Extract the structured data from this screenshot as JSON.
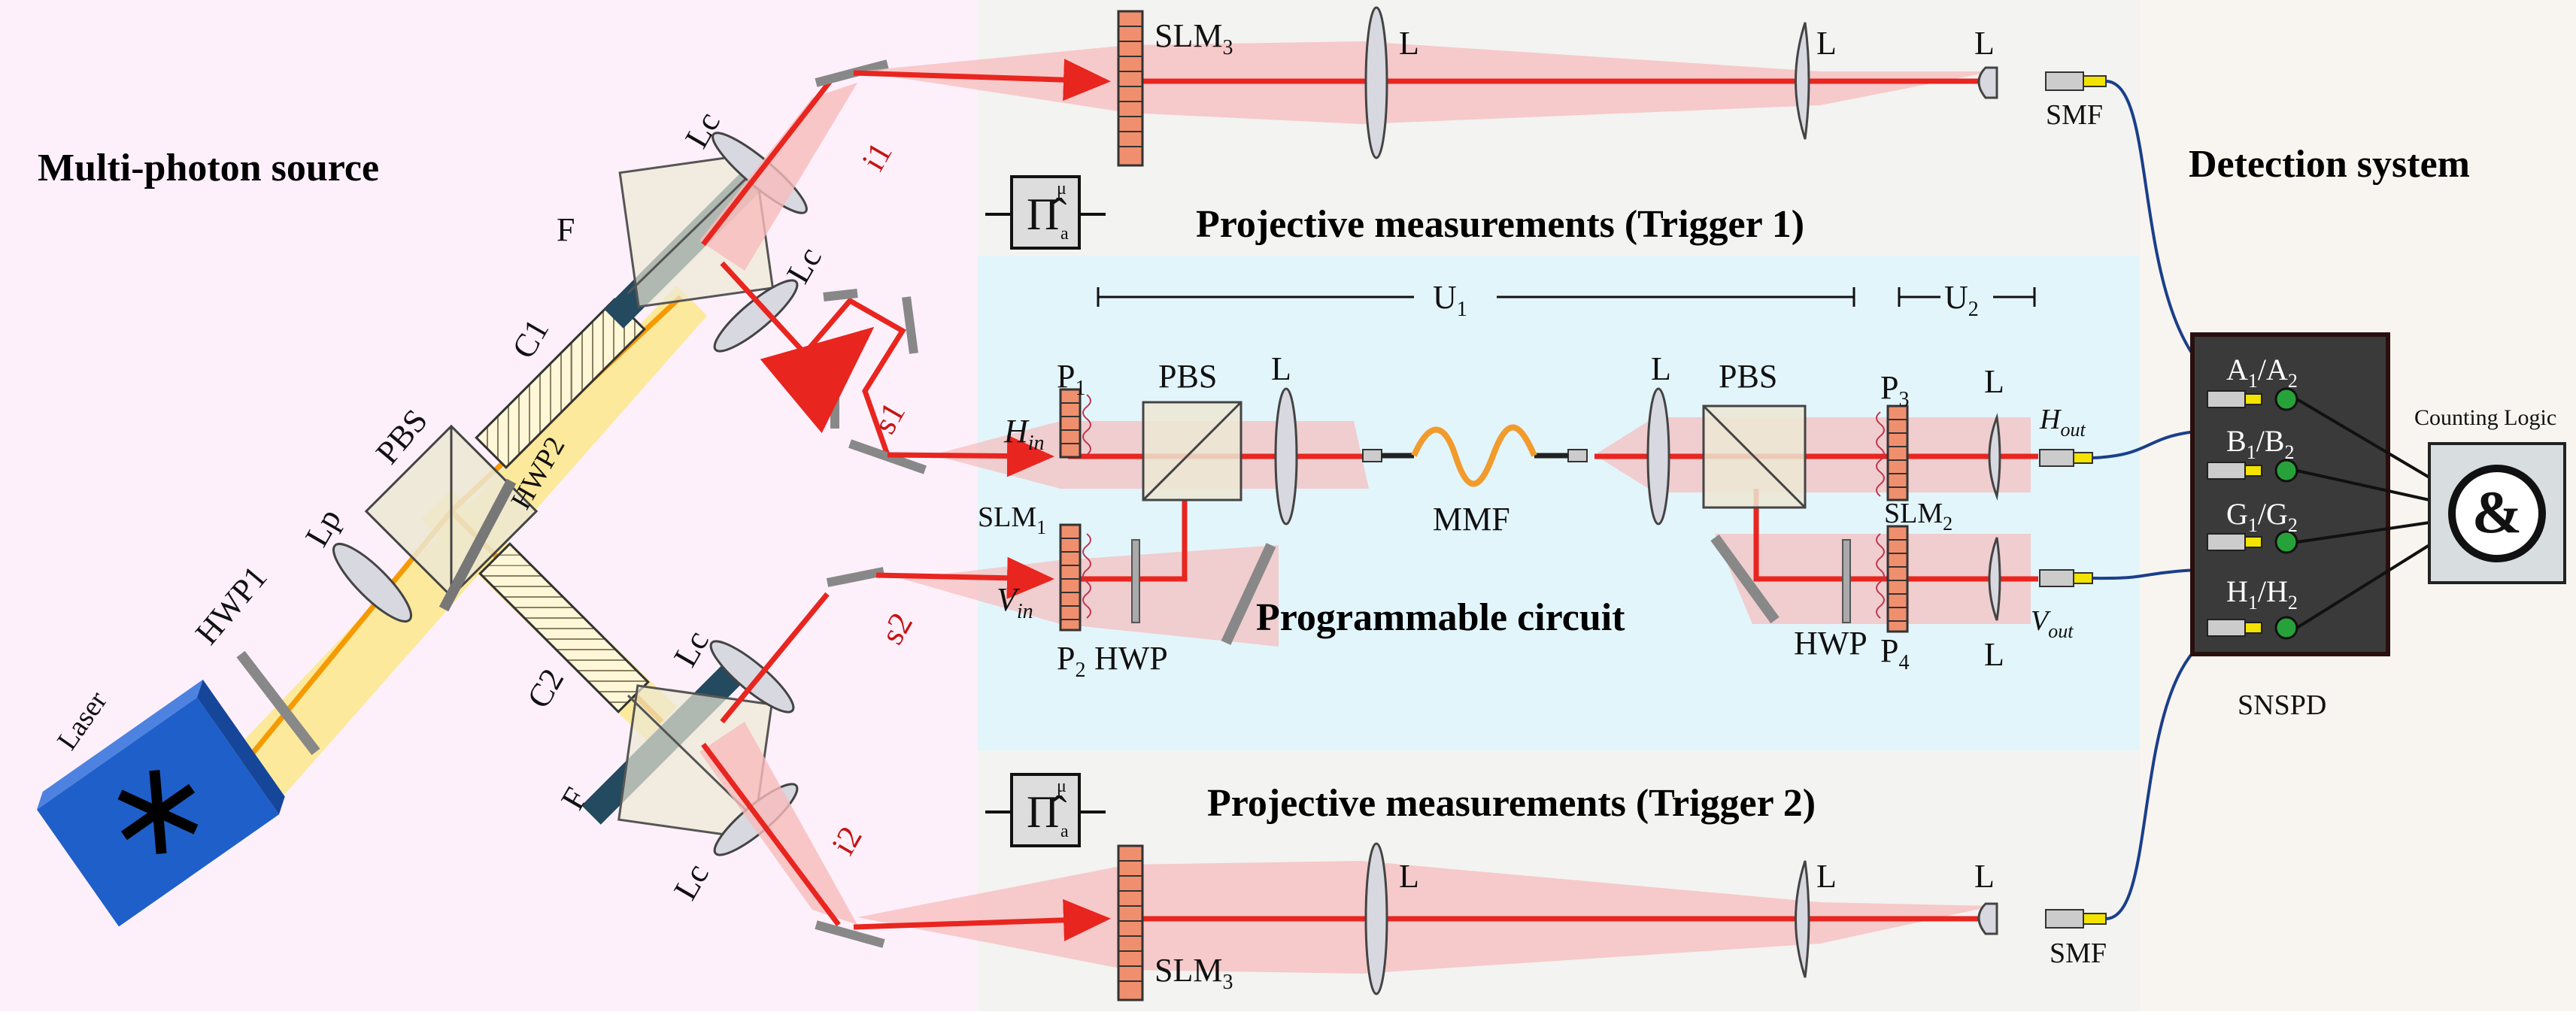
{
  "titles": {
    "source": "Multi-photon source",
    "detection": "Detection system",
    "trigger1": "Projective measurements (Trigger 1)",
    "trigger2": "Projective measurements (Trigger 2)",
    "circuit": "Programmable circuit"
  },
  "source_labels": {
    "laser": "Laser",
    "hwp1": "HWP1",
    "lp": "Lp",
    "pbs": "PBS",
    "hwp2": "HWP2",
    "c1": "C1",
    "c2": "C2",
    "f_top": "F",
    "f_bottom": "F",
    "lc_a": "Lc",
    "lc_b": "Lc",
    "lc_c": "Lc",
    "lc_d": "Lc"
  },
  "beam_labels": {
    "i1": "i1",
    "s1": "s1",
    "s2": "s2",
    "i2": "i2"
  },
  "trigger_labels": {
    "slm_top_base": "SLM",
    "slm_top_sub": "3",
    "slm_bottom_base": "SLM",
    "slm_bottom_sub": "3",
    "lens": "L",
    "smf": "SMF",
    "proj_symbol": "Π̂",
    "proj_sup": "μ",
    "proj_sub": "a"
  },
  "circuit_labels": {
    "u1_base": "U",
    "u1_sub": "1",
    "u2_base": "U",
    "u2_sub": "2",
    "p1_base": "P",
    "p1_sub": "1",
    "p2_base": "P",
    "p2_sub": "2",
    "p3_base": "P",
    "p3_sub": "3",
    "p4_base": "P",
    "p4_sub": "4",
    "slm1_base": "SLM",
    "slm1_sub": "1",
    "slm2_base": "SLM",
    "slm2_sub": "2",
    "pbs": "PBS",
    "hwp": "HWP",
    "lens": "L",
    "mmf": "MMF",
    "h_in_base": "H",
    "h_in_sub": "in",
    "v_in_base": "V",
    "v_in_sub": "in",
    "h_out_base": "H",
    "h_out_sub": "out",
    "v_out_base": "V",
    "v_out_sub": "out"
  },
  "detection_labels": {
    "a_base": "A",
    "a_sub1": "1",
    "a_sep": "/A",
    "a_sub2": "2",
    "b_base": "B",
    "b_sub1": "1",
    "b_sep": "/B",
    "b_sub2": "2",
    "g_base": "G",
    "g_sub1": "1",
    "g_sep": "/G",
    "g_sub2": "2",
    "h_base": "H",
    "h_sub1": "1",
    "h_sep": "/H",
    "h_sub2": "2",
    "snspd": "SNSPD",
    "counting_logic": "Counting Logic",
    "and_symbol": "&"
  },
  "colors": {
    "beam": "#e8251f",
    "beam_halo": "#f7bcbc",
    "pump": "#f59a00",
    "pump_halo": "#fbe78a",
    "circuit_bg": "#e2f5fb",
    "source_bg": "#fdf0fb",
    "trigger_bg": "#f3f3f1",
    "detection_bg": "#f8f5f0",
    "laser": "#1f5fc9",
    "filter": "#234a5e",
    "snspd": "#3a3a3a",
    "detector_dot": "#27a23a",
    "fiber_blue": "#1a3f8a"
  }
}
